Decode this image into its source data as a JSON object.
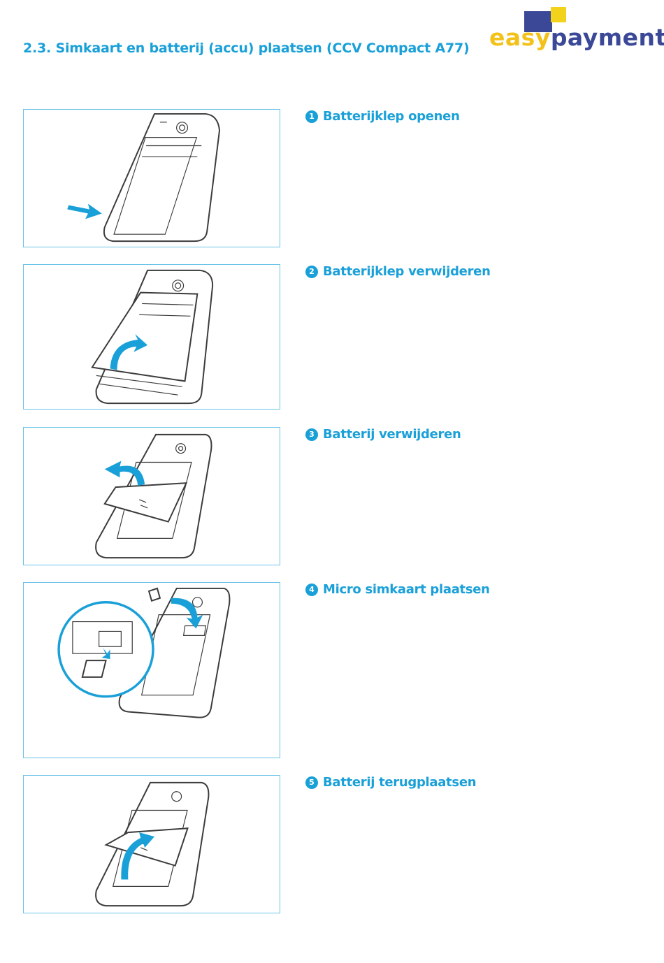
{
  "page": {
    "title": "2.3. Simkaart en batterij (accu) plaatsen (CCV Compact A77)"
  },
  "brand": {
    "logo_part1": "easy",
    "logo_part2": "payments",
    "colors": {
      "yellow": "#f2c21b",
      "navy": "#3a4897",
      "accent": "#1aa0d8"
    }
  },
  "steps": [
    {
      "number": "1",
      "label": "Batterijklep openen"
    },
    {
      "number": "2",
      "label": "Batterijklep verwijderen"
    },
    {
      "number": "3",
      "label": "Batterij verwijderen"
    },
    {
      "number": "4",
      "label": "Micro simkaart plaatsen"
    },
    {
      "number": "5",
      "label": "Batterij terugplaatsen"
    }
  ]
}
